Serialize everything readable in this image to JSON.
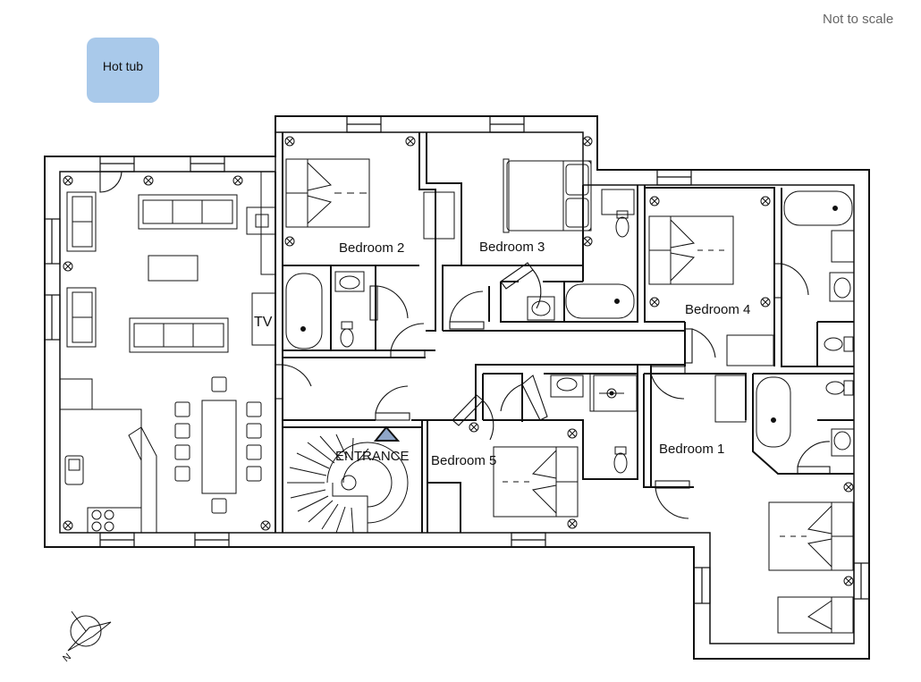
{
  "note": "Not to scale",
  "hot_tub": "Hot tub",
  "labels": {
    "bedroom_1": "Bedroom 1",
    "bedroom_2": "Bedroom 2",
    "bedroom_3": "Bedroom 3",
    "bedroom_4": "Bedroom 4",
    "bedroom_5": "Bedroom 5",
    "entrance": "ENTRANCE",
    "tv": "TV"
  },
  "compass_label": "N",
  "colors": {
    "wall": "#111111",
    "hot_tub": "#a9c9ea",
    "entrance_marker": "#8fa6c8"
  }
}
